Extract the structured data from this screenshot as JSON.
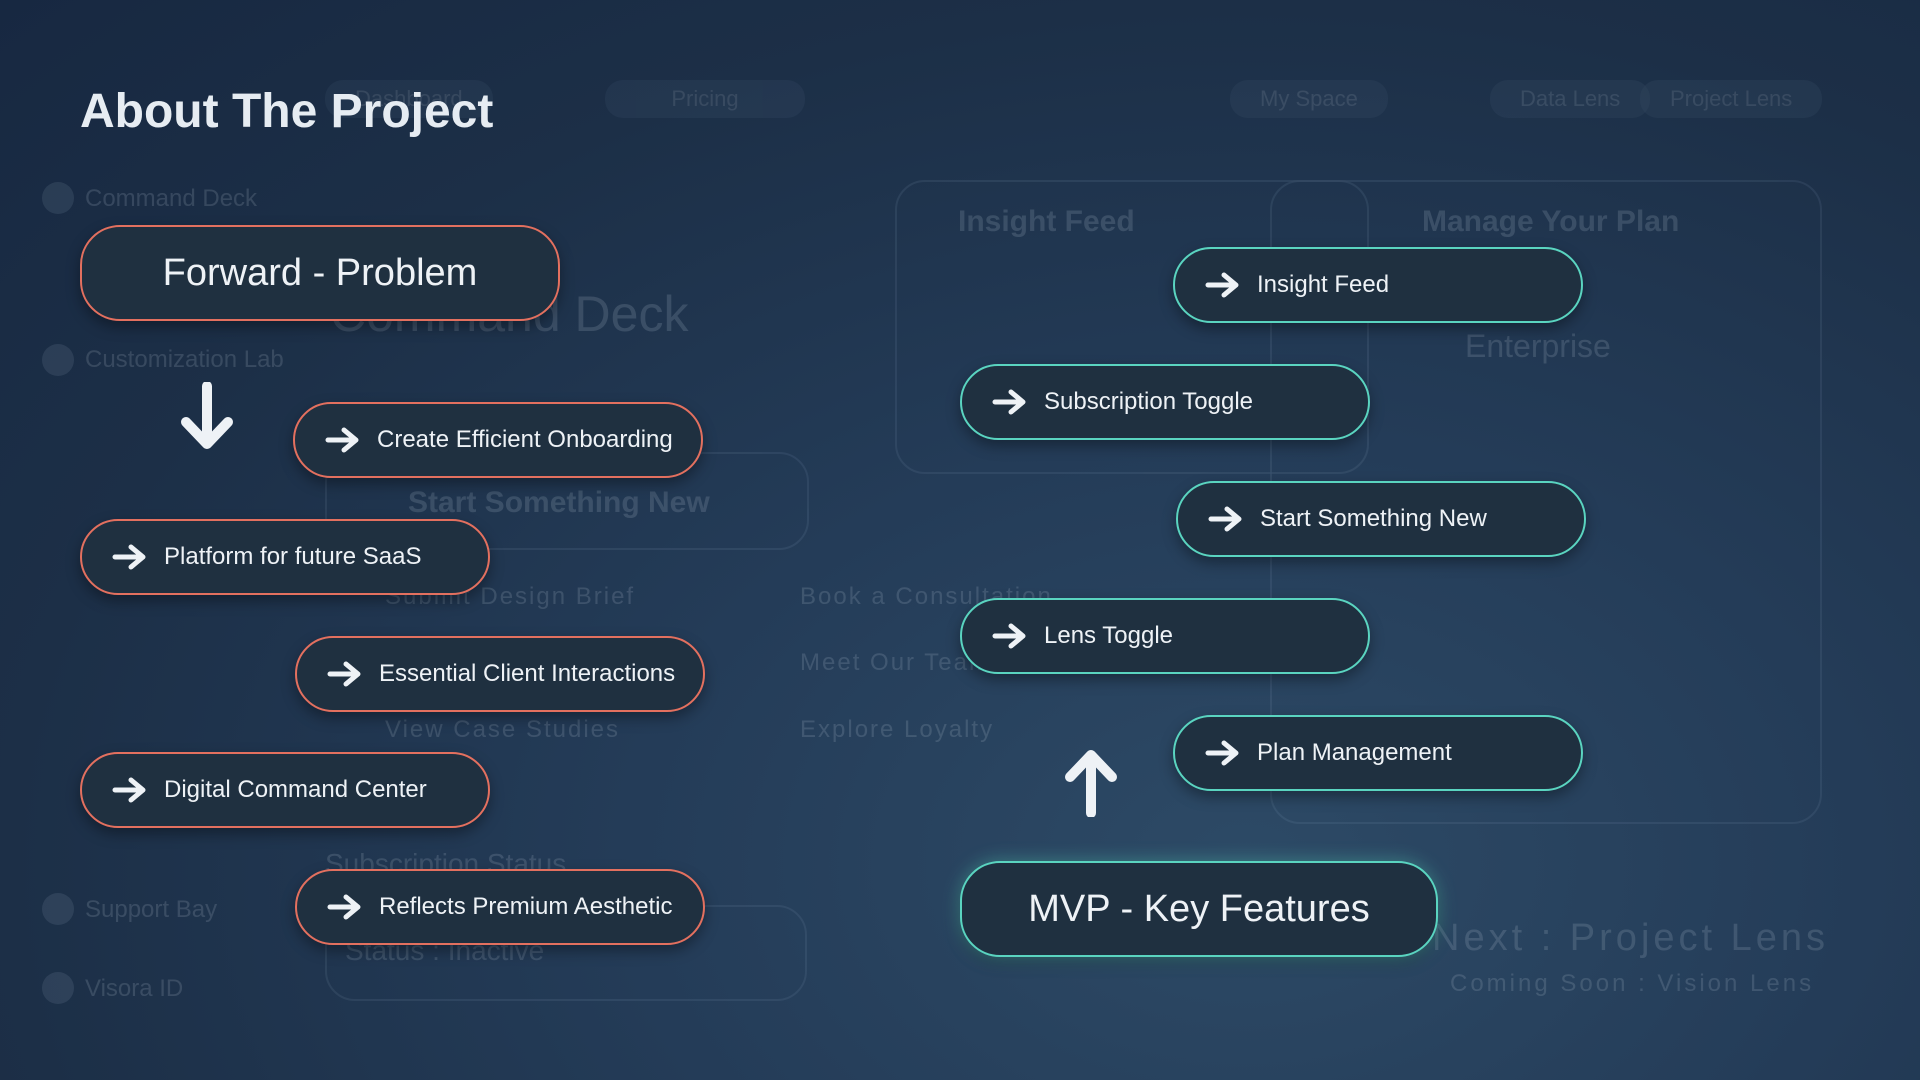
{
  "title": "About The Project",
  "problem": {
    "header": "Forward - Problem",
    "items": [
      "Create Efficient Onboarding",
      "Platform for future SaaS",
      "Essential Client Interactions",
      "Digital Command Center",
      "Reflects Premium Aesthetic"
    ]
  },
  "mvp": {
    "header": "MVP - Key Features",
    "items": [
      "Insight Feed",
      "Subscription Toggle",
      "Start Something New",
      "Lens Toggle",
      "Plan Management"
    ]
  },
  "background": {
    "nav": [
      "Dashboard",
      "Pricing",
      "My Space",
      "Data Lens",
      "Project Lens"
    ],
    "sidebar": [
      "Command Deck",
      "Customization Lab",
      "Support Bay",
      "Visora ID"
    ],
    "cards": [
      "Insight Feed",
      "Manage Your Plan",
      "Start Something New",
      "Enterprise"
    ],
    "links": [
      "Submit Design Brief",
      "View Case Studies",
      "Book a Consultation",
      "Meet Our Team",
      "Explore Loyalty"
    ],
    "subscription_label": "Subscription Status",
    "status": "Status : Inactive",
    "heading": "Command Deck",
    "next": "Next : Project Lens",
    "coming": "Coming Soon : Vision Lens"
  },
  "colors": {
    "problem_border": "#e3705f",
    "mvp_border": "#5ad4c0",
    "pill_fill": "#1f3040"
  },
  "icons": {
    "item_arrow": "arrow-right-icon",
    "flow_down": "arrow-down-icon",
    "flow_up": "arrow-up-icon"
  }
}
